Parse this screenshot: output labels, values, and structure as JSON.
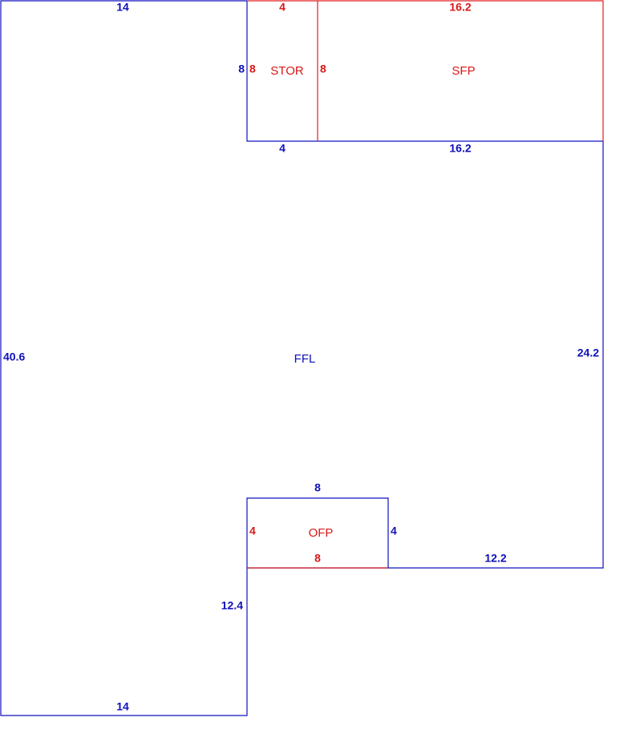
{
  "colors": {
    "main_line": "#1010c0",
    "sub_line": "#e02020",
    "main_text": "#1010b8",
    "sub_text": "#d81818",
    "background": "#ffffff"
  },
  "areas": {
    "ffl": "FFL",
    "stor": "STOR",
    "sfp": "SFP",
    "ofp": "OFP"
  },
  "dimensions": {
    "ffl_top": "14",
    "ffl_left": "40.6",
    "ffl_bottom": "14",
    "ffl_right": "24.2",
    "ffl_notch_left": "12.4",
    "ffl_notch_bottom": "12.2",
    "stor_top": "4",
    "stor_left_outer": "8",
    "stor_left_inner": "8",
    "stor_right": "8",
    "stor_bottom": "4",
    "sfp_top": "16.2",
    "sfp_bottom": "16.2",
    "ofp_top": "8",
    "ofp_left": "4",
    "ofp_right": "4",
    "ofp_bottom": "8"
  }
}
